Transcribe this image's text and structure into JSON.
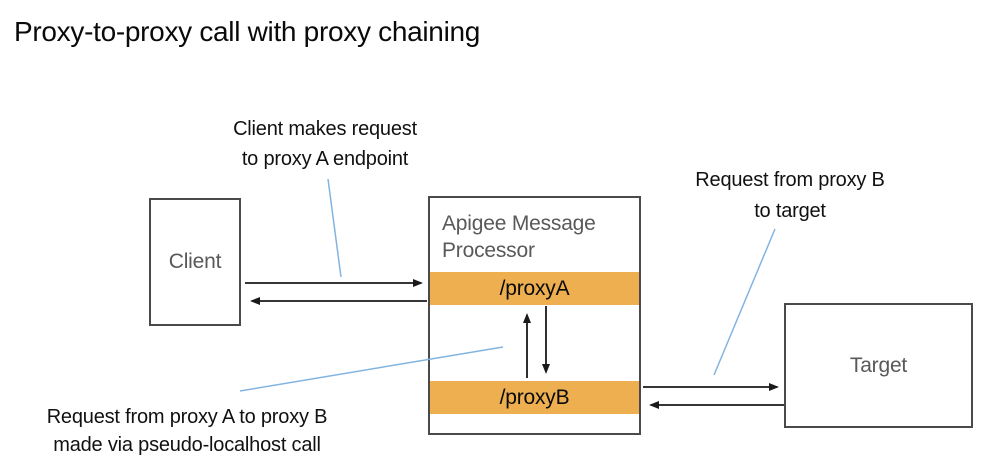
{
  "title": "Proxy-to-proxy call with proxy chaining",
  "annotations": {
    "client_request": "Client makes request\nto proxy A endpoint",
    "proxy_b_to_target": "Request from proxy B\nto target",
    "proxy_a_to_b": "Request from proxy A to proxy B\nmade via pseudo-localhost call"
  },
  "nodes": {
    "client": {
      "label": "Client"
    },
    "processor": {
      "label": "Apigee Message Processor",
      "endpoints": [
        "/proxyA",
        "/proxyB"
      ]
    },
    "target": {
      "label": "Target"
    }
  },
  "colors": {
    "endpoint_bar": "#EDAF50",
    "annotation_line": "#82B4E1",
    "box_border": "#4A4A4A",
    "box_label": "#595959",
    "arrow": "#1A1A1A"
  }
}
